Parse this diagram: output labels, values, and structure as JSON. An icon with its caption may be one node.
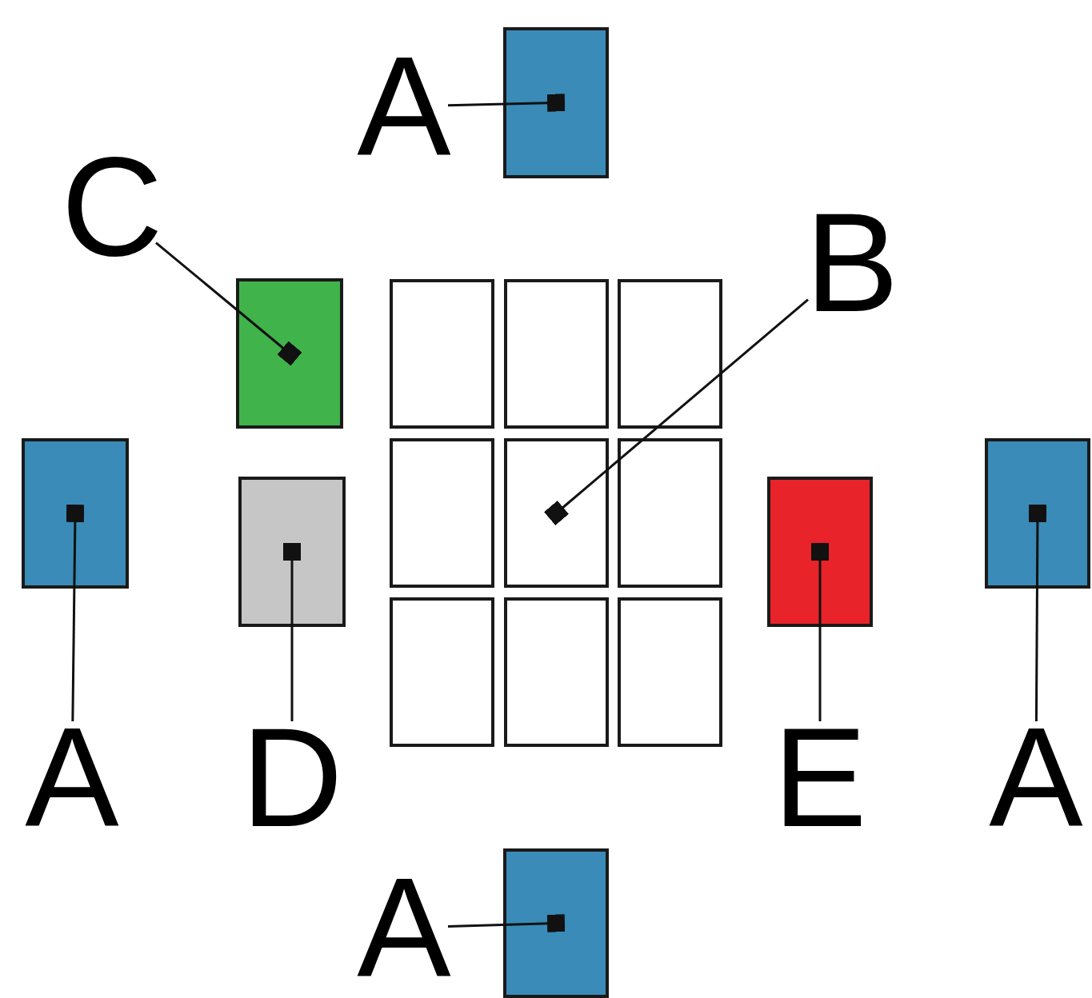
{
  "diagram": {
    "nodes": [
      {
        "text": [
          "A"
        ]
      },
      {
        "text": [],
        "shape": "box"
      },
      {
        "text": [
          "C"
        ]
      },
      {
        "text": [
          "B"
        ]
      },
      {
        "text": [],
        "shape": "box"
      },
      {
        "text": [],
        "shape": "box"
      },
      {
        "text": [],
        "shape": "box"
      },
      {
        "text": [],
        "shape": "box"
      },
      {
        "text": [],
        "shape": "box"
      },
      {
        "text": [],
        "shape": "box"
      },
      {
        "text": [],
        "shape": "box"
      },
      {
        "text": [],
        "shape": "box"
      },
      {
        "text": [],
        "shape": "box"
      },
      {
        "text": [],
        "shape": "box"
      },
      {
        "text": [],
        "shape": "box"
      },
      {
        "text": [],
        "shape": "box"
      },
      {
        "text": [],
        "shape": "box"
      },
      {
        "text": [],
        "shape": "box"
      },
      {
        "text": [
          "A"
        ]
      },
      {
        "text": [
          "D"
        ]
      },
      {
        "text": [
          "E"
        ]
      },
      {
        "text": [
          "A"
        ]
      },
      {
        "text": [
          "A"
        ]
      },
      {
        "text": [],
        "shape": "box"
      }
    ],
    "edges": [
      {
        "from": 0,
        "to": 1,
        "arrow": "other"
      },
      {
        "from": 2,
        "to": 4,
        "arrow": "other"
      },
      {
        "from": 3,
        "to": 9,
        "arrow": "other"
      },
      {
        "from": 18,
        "to": 14,
        "arrow": "other"
      },
      {
        "from": 19,
        "to": 15,
        "arrow": "other"
      },
      {
        "from": 20,
        "to": 16,
        "arrow": "other"
      },
      {
        "from": 21,
        "to": 17,
        "arrow": "other"
      },
      {
        "from": 22,
        "to": 23,
        "arrow": "other"
      }
    ]
  }
}
